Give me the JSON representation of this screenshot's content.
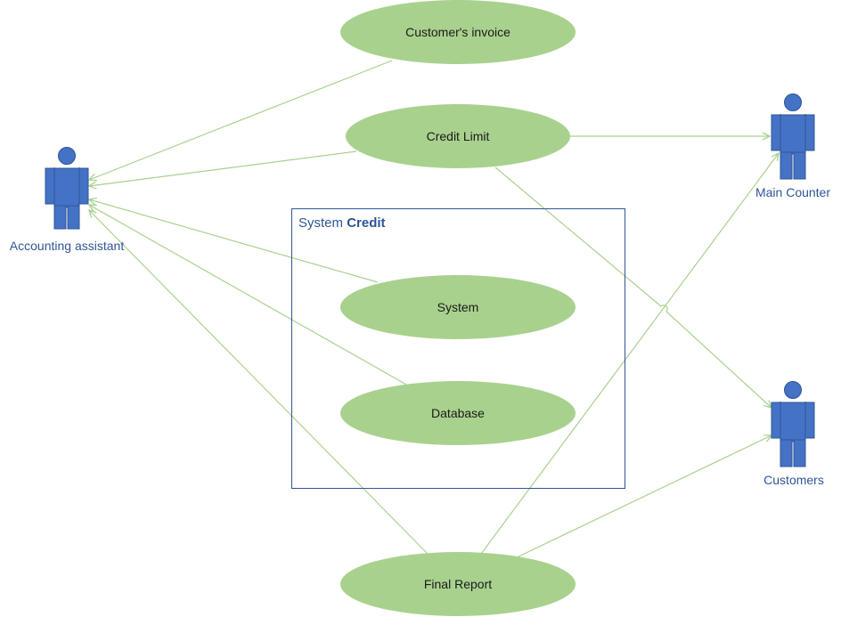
{
  "colors": {
    "usecase_fill": "#a9d18e",
    "connector": "#a9d18e",
    "actor_fill": "#4472c4",
    "actor_stroke": "#2f5597",
    "boundary_stroke": "#2f5597",
    "label": "#2f5597"
  },
  "system_boundary": {
    "label_prefix": "System",
    "label_bold": "Credit"
  },
  "actors": {
    "accounting_assistant": "Accounting assistant",
    "main_counter": "Main Counter",
    "customers": "Customers"
  },
  "use_cases": {
    "customers_invoice": "Customer's invoice",
    "credit_limit": "Credit Limit",
    "system": "System",
    "database": "Database",
    "final_report": "Final Report"
  },
  "connections": [
    {
      "from": "customers_invoice",
      "to": "accounting_assistant"
    },
    {
      "from": "credit_limit",
      "to": "accounting_assistant"
    },
    {
      "from": "system",
      "to": "accounting_assistant"
    },
    {
      "from": "database",
      "to": "accounting_assistant"
    },
    {
      "from": "final_report",
      "to": "accounting_assistant"
    },
    {
      "from": "credit_limit",
      "to": "main_counter"
    },
    {
      "from": "credit_limit",
      "to": "customers"
    },
    {
      "from": "final_report",
      "to": "main_counter"
    },
    {
      "from": "final_report",
      "to": "customers"
    }
  ]
}
